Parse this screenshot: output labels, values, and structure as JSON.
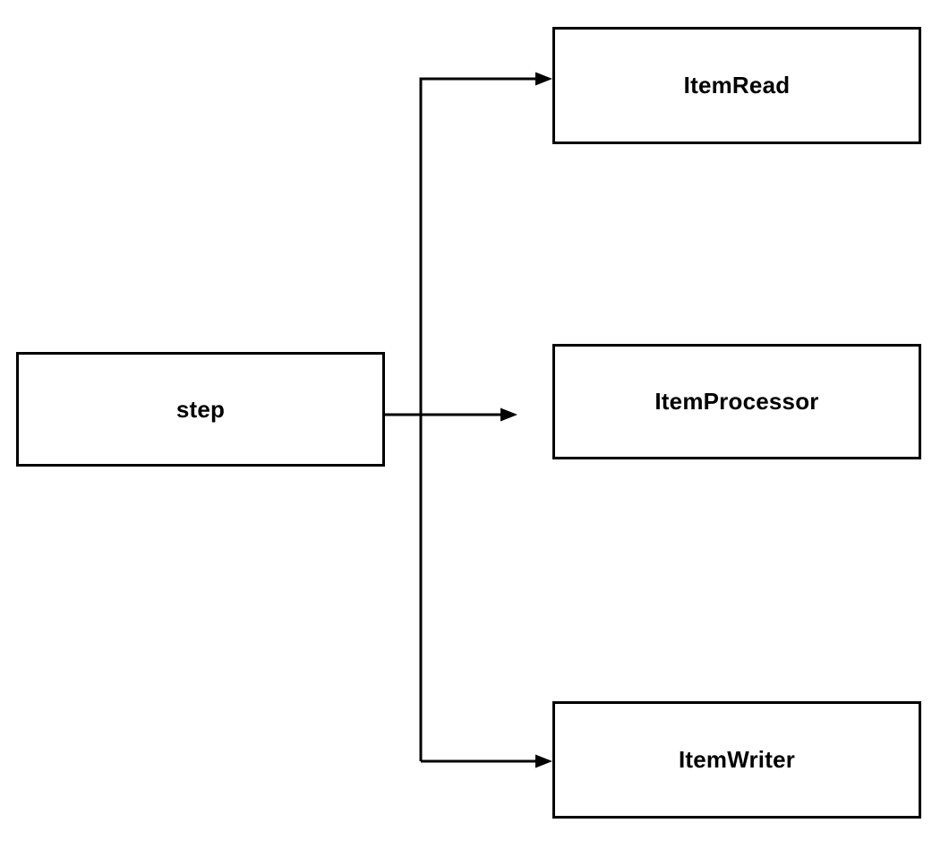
{
  "diagram": {
    "nodes": {
      "step": {
        "label": "step"
      },
      "item_read": {
        "label": "ItemRead"
      },
      "item_processor": {
        "label": "ItemProcessor"
      },
      "item_writer": {
        "label": "ItemWriter"
      }
    },
    "edges": [
      {
        "from": "step",
        "to": "ItemRead"
      },
      {
        "from": "step",
        "to": "ItemProcessor"
      },
      {
        "from": "step",
        "to": "ItemWriter"
      }
    ],
    "colors": {
      "line": "#000000",
      "box_border": "#000000",
      "box_fill": "#ffffff",
      "text": "#000000",
      "background": "#ffffff"
    }
  }
}
